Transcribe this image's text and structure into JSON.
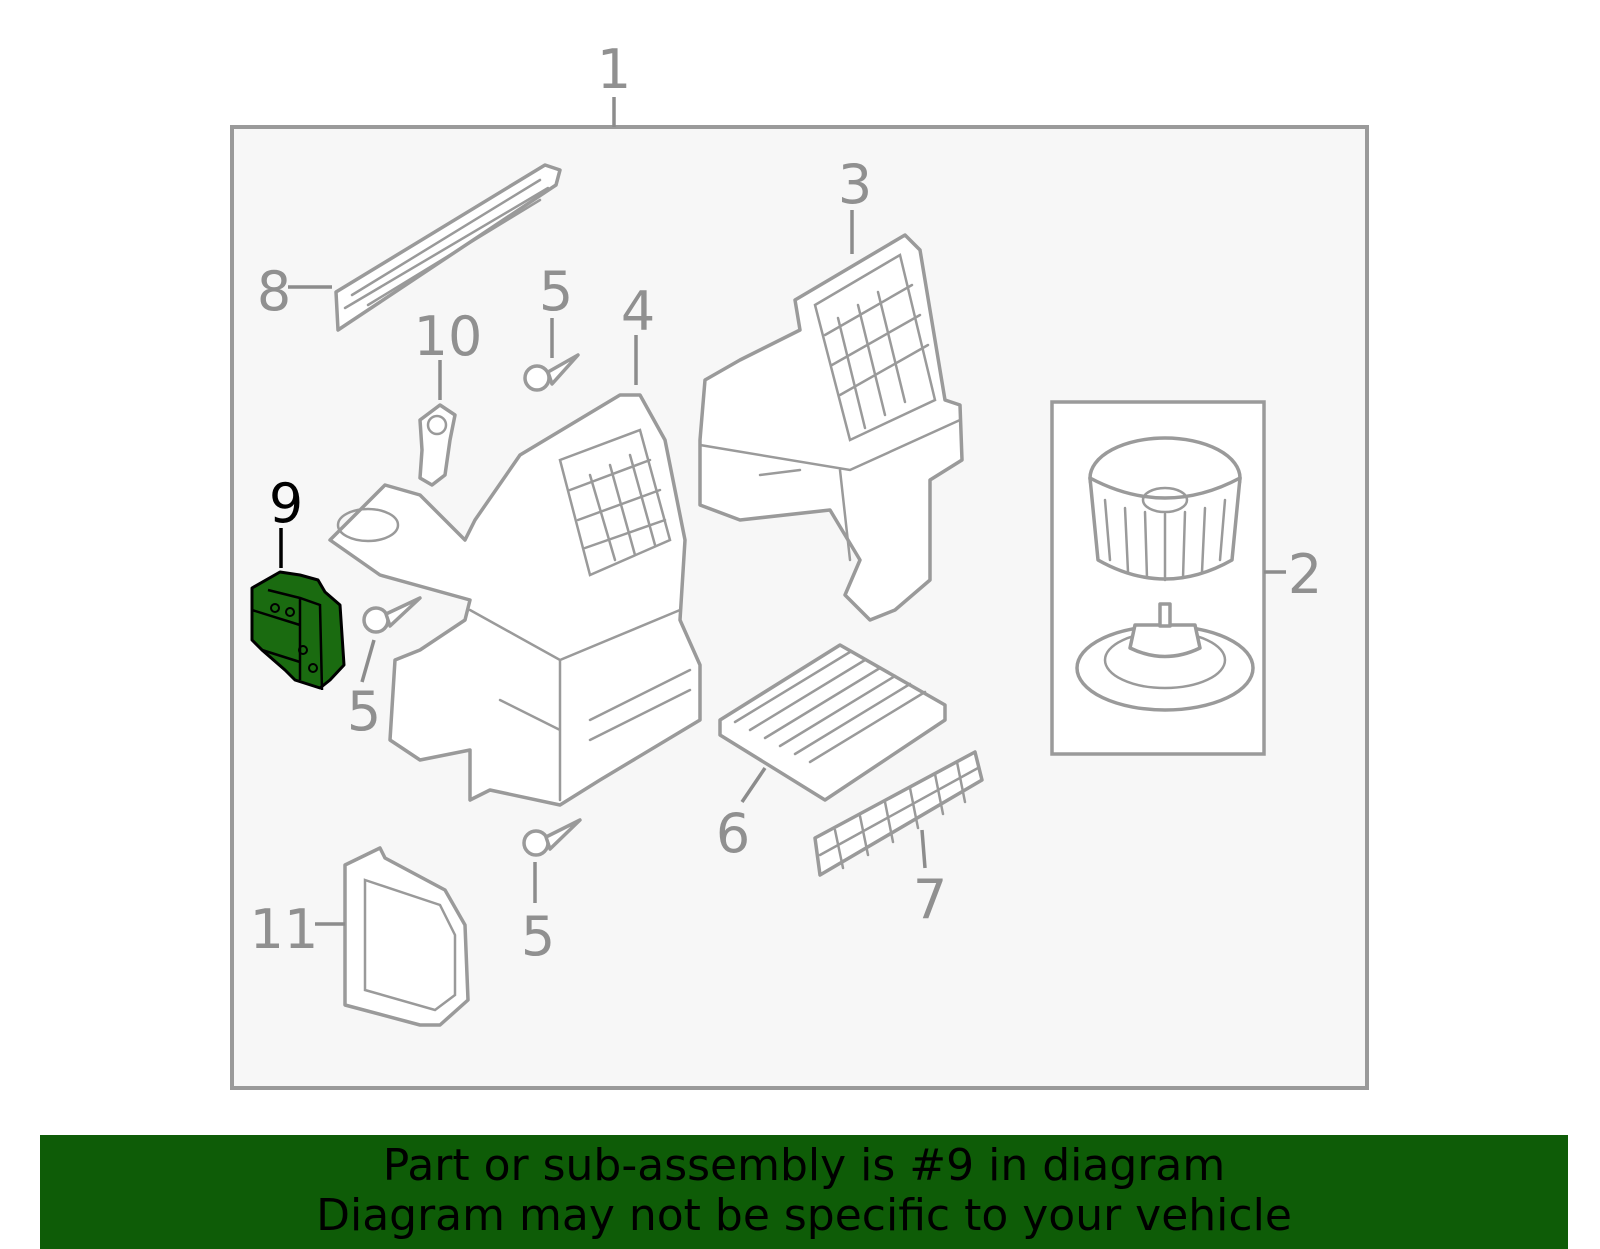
{
  "diagram": {
    "callouts": {
      "c1": "1",
      "c2": "2",
      "c3": "3",
      "c4": "4",
      "c5a": "5",
      "c5b": "5",
      "c5c": "5",
      "c6": "6",
      "c7": "7",
      "c8": "8",
      "c9": "9",
      "c10": "10",
      "c11": "11"
    },
    "highlighted_part": "9",
    "highlight_color": "#1a6b10",
    "line_color": "#9a9a9a"
  },
  "banner": {
    "line1": "Part or sub-assembly is #9 in diagram",
    "line2": "Diagram may not be specific to your vehicle",
    "background": "#0e5c07"
  }
}
